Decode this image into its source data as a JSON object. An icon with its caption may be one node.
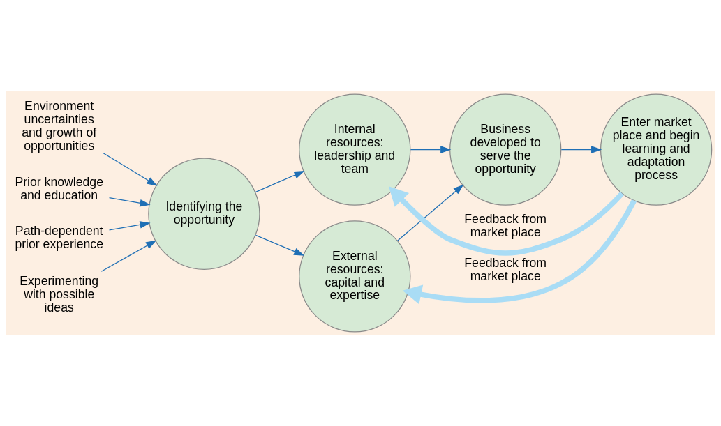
{
  "diagram": {
    "nodes": [
      {
        "text": [
          "Environment uncertainties and growth of opportunities"
        ]
      },
      {
        "text": [
          "Prior knowledge and education"
        ]
      },
      {
        "text": [
          "Path-dependent prior experience"
        ]
      },
      {
        "text": [
          "Experimenting with possible ideas"
        ]
      },
      {
        "text": [
          "Identifying the opportunity"
        ]
      },
      {
        "text": [
          "Internal resources: leadership and team"
        ]
      },
      {
        "text": [
          "External resources: capital and expertise"
        ]
      },
      {
        "text": [
          "Business developed to serve the opportunity"
        ]
      },
      {
        "text": [
          "Enter market place and begin learning and adaptation process"
        ]
      }
    ],
    "edges": [
      {
        "from": 0,
        "to": 4,
        "arrow": "to"
      },
      {
        "from": 1,
        "to": 4,
        "arrow": "to"
      },
      {
        "from": 2,
        "to": 4,
        "arrow": "to"
      },
      {
        "from": 3,
        "to": 4,
        "arrow": "to"
      },
      {
        "from": 4,
        "to": 5,
        "arrow": "to"
      },
      {
        "from": 4,
        "to": 6,
        "arrow": "to"
      },
      {
        "from": 5,
        "to": 7,
        "arrow": "to"
      },
      {
        "from": 6,
        "to": 7,
        "arrow": "to"
      },
      {
        "from": 7,
        "to": 8,
        "arrow": "to"
      },
      {
        "from": 8,
        "to": 5,
        "arrow": "to",
        "label": "Feedback from market place",
        "style": "thick",
        "color": "#a9dcf5"
      },
      {
        "from": 8,
        "to": 6,
        "arrow": "to",
        "label": "Feedback from market place",
        "style": "thick",
        "color": "#a9dcf5"
      }
    ]
  }
}
